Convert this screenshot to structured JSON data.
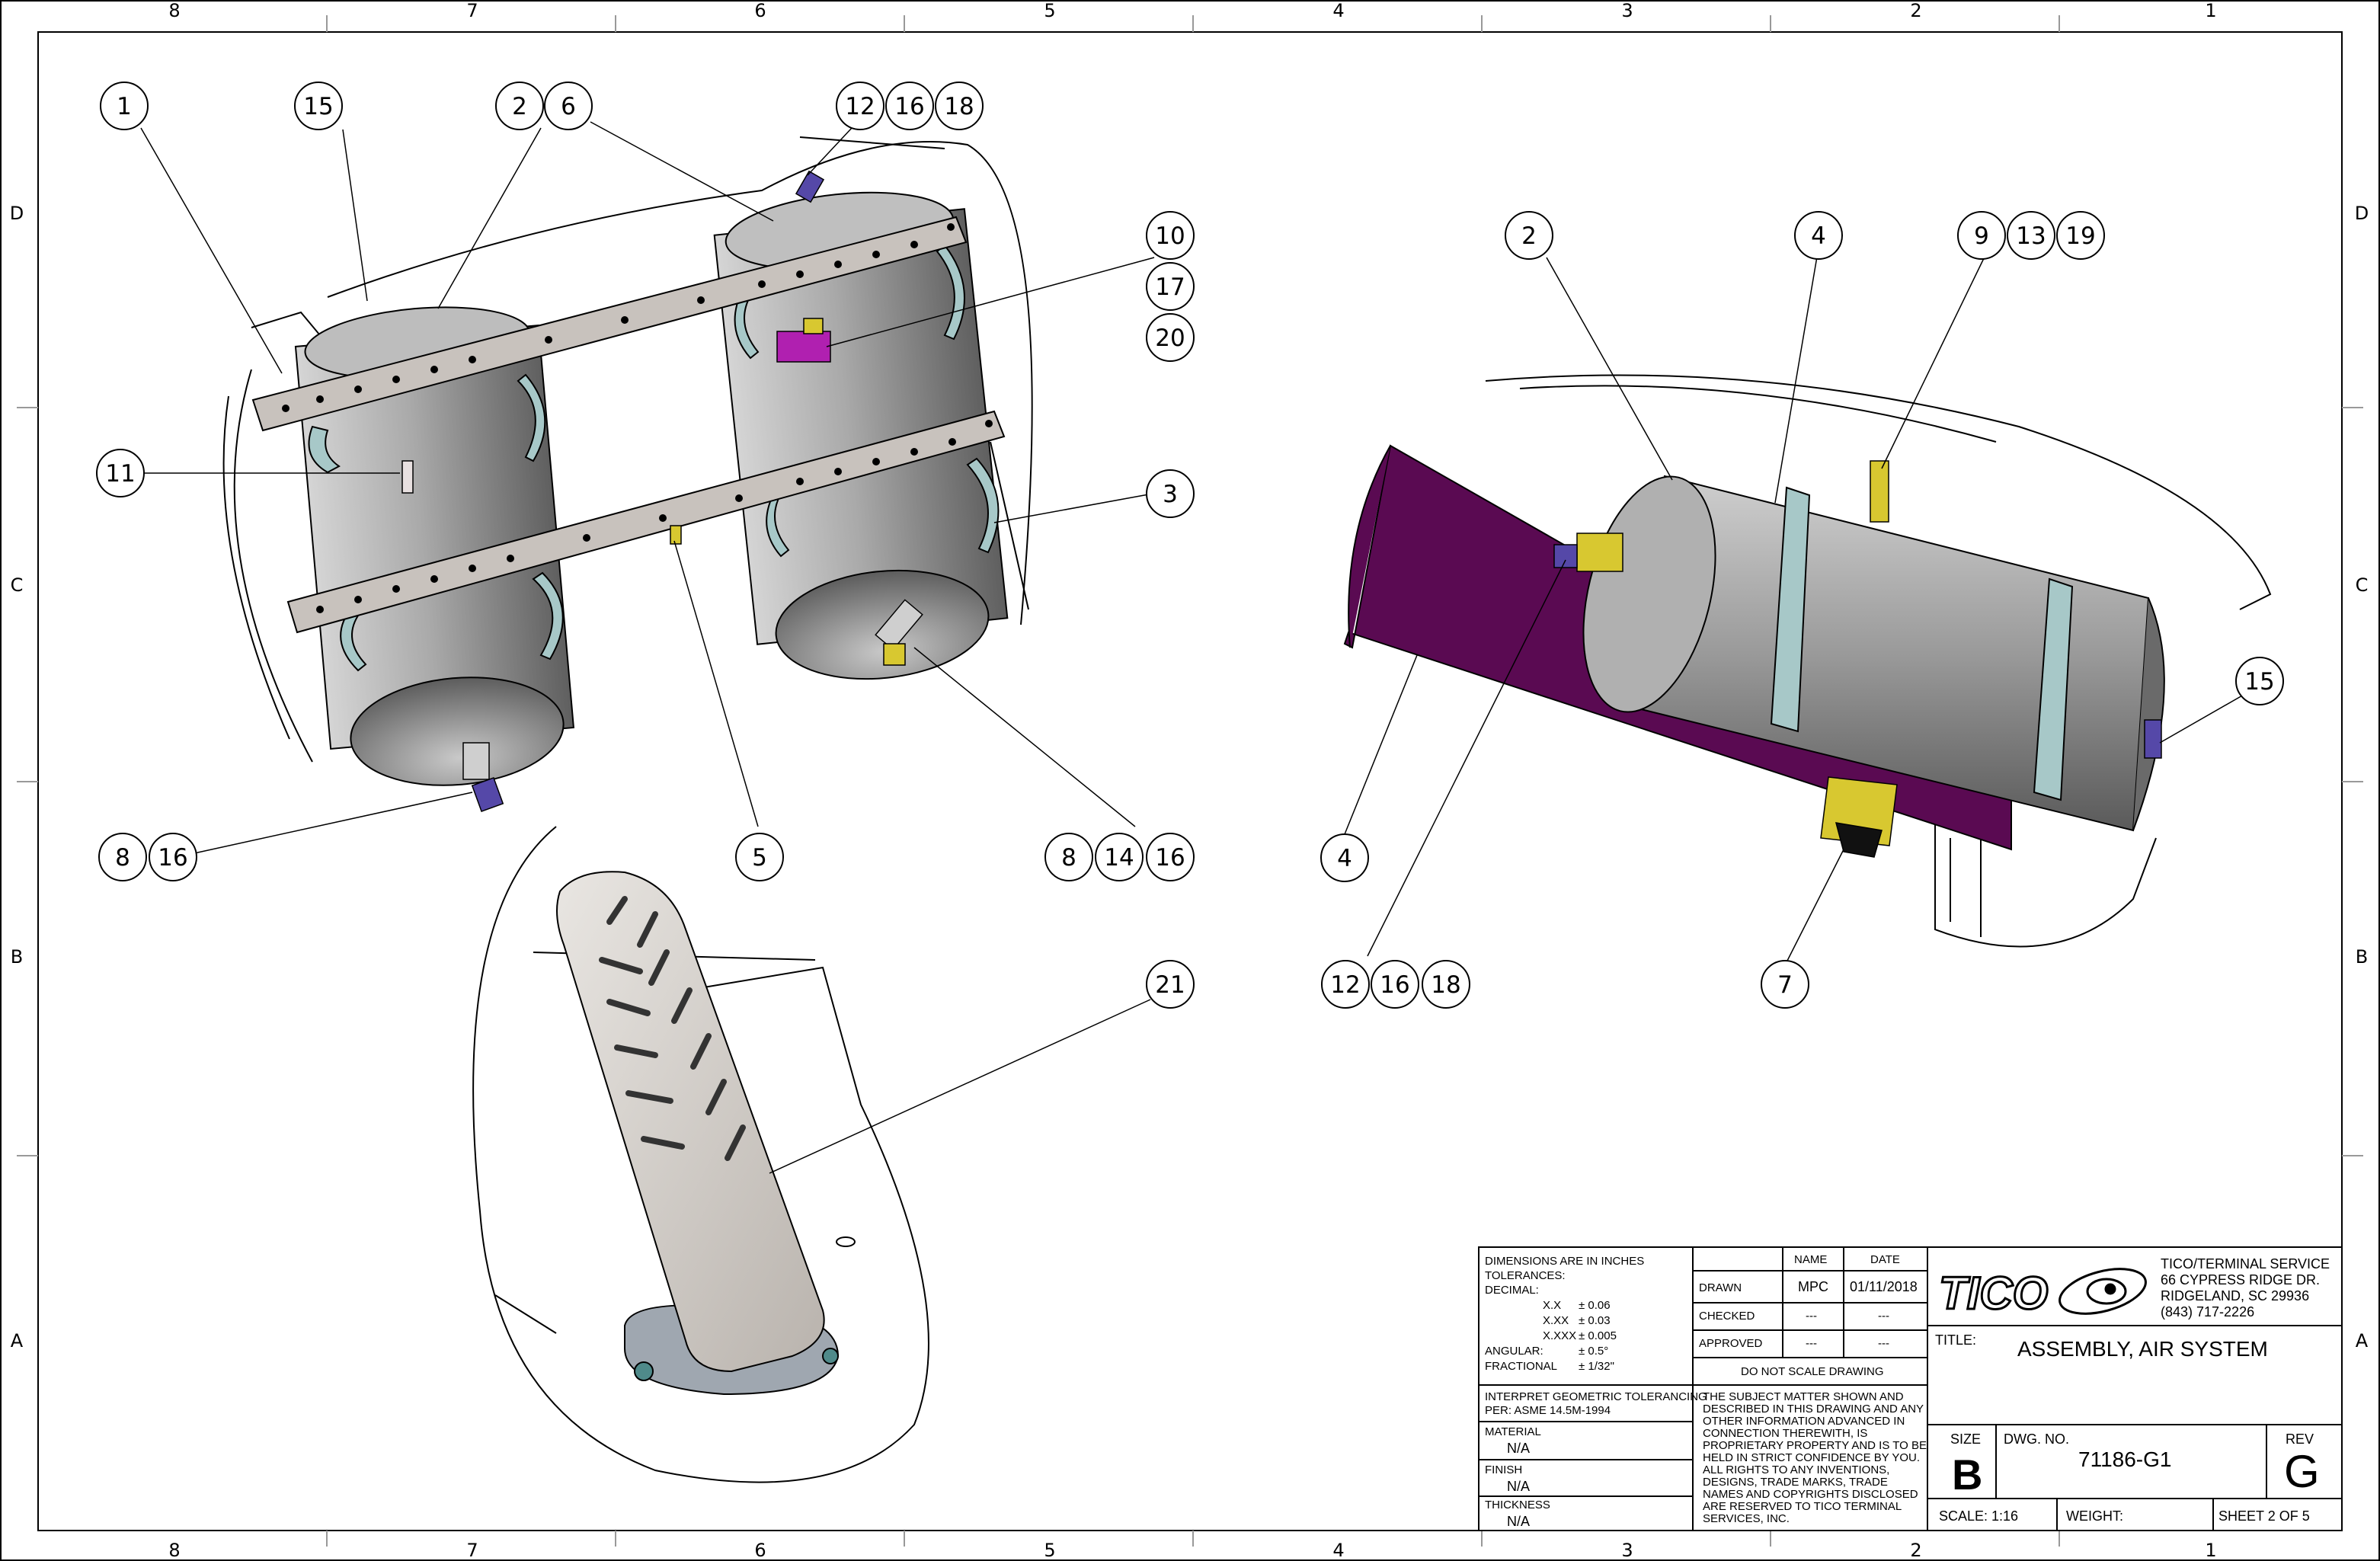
{
  "border": {
    "columns": [
      "8",
      "7",
      "6",
      "5",
      "4",
      "3",
      "2",
      "1"
    ],
    "rows": [
      "D",
      "C",
      "B",
      "A"
    ]
  },
  "balloons": [
    {
      "id": "b1",
      "label": "1"
    },
    {
      "id": "b15a",
      "label": "15"
    },
    {
      "id": "b2a",
      "label": "2"
    },
    {
      "id": "b6",
      "label": "6"
    },
    {
      "id": "b12a",
      "label": "12"
    },
    {
      "id": "b16a",
      "label": "16"
    },
    {
      "id": "b18a",
      "label": "18"
    },
    {
      "id": "b10",
      "label": "10"
    },
    {
      "id": "b17",
      "label": "17"
    },
    {
      "id": "b20",
      "label": "20"
    },
    {
      "id": "b11",
      "label": "11"
    },
    {
      "id": "b3",
      "label": "3"
    },
    {
      "id": "b8a",
      "label": "8"
    },
    {
      "id": "b16b",
      "label": "16"
    },
    {
      "id": "b5",
      "label": "5"
    },
    {
      "id": "b8b",
      "label": "8"
    },
    {
      "id": "b14",
      "label": "14"
    },
    {
      "id": "b16c",
      "label": "16"
    },
    {
      "id": "b21",
      "label": "21"
    },
    {
      "id": "b2b",
      "label": "2"
    },
    {
      "id": "b4a",
      "label": "4"
    },
    {
      "id": "b9",
      "label": "9"
    },
    {
      "id": "b13",
      "label": "13"
    },
    {
      "id": "b19",
      "label": "19"
    },
    {
      "id": "b15b",
      "label": "15"
    },
    {
      "id": "b4b",
      "label": "4"
    },
    {
      "id": "b7",
      "label": "7"
    },
    {
      "id": "b12b",
      "label": "12"
    },
    {
      "id": "b16d",
      "label": "16"
    },
    {
      "id": "b18b",
      "label": "18"
    }
  ],
  "title_block": {
    "dimensions_note": "DIMENSIONS ARE IN INCHES",
    "tolerances": "TOLERANCES:",
    "decimal": "DECIMAL:",
    "tol_x": "X.X",
    "tol_x_val": "± 0.06",
    "tol_xx": "X.XX",
    "tol_xx_val": "± 0.03",
    "tol_xxx": "X.XXX",
    "tol_xxx_val": "± 0.005",
    "angular": "ANGULAR:",
    "angular_val": "± 0.5°",
    "fractional": "FRACTIONAL",
    "fractional_val": "± 1/32\"",
    "interpret_1": "INTERPRET GEOMETRIC TOLERANCING",
    "interpret_2": "PER: ASME 14.5M-1994",
    "material_label": "MATERIAL",
    "material_val": "N/A",
    "finish_label": "FINISH",
    "finish_val": "N/A",
    "thickness_label": "THICKNESS",
    "thickness_val": "N/A",
    "col_name": "NAME",
    "col_date": "DATE",
    "drawn_label": "DRAWN",
    "drawn_name": "MPC",
    "drawn_date": "01/11/2018",
    "checked_label": "CHECKED",
    "checked_name": "---",
    "checked_date": "---",
    "approved_label": "APPROVED",
    "approved_name": "---",
    "approved_date": "---",
    "do_not_scale": "DO NOT SCALE DRAWING",
    "confidential": [
      "THE SUBJECT MATTER SHOWN AND",
      "DESCRIBED IN THIS DRAWING AND ANY",
      "OTHER INFORMATION ADVANCED IN",
      "CONNECTION THEREWITH, IS",
      "PROPRIETARY PROPERTY AND IS TO BE",
      "HELD IN STRICT CONFIDENCE BY YOU.",
      "ALL RIGHTS TO ANY INVENTIONS,",
      "DESIGNS, TRADE MARKS, TRADE",
      "NAMES AND COPYRIGHTS DISCLOSED",
      "ARE RESERVED TO TICO TERMINAL",
      "SERVICES, INC."
    ],
    "logo": "TICO",
    "company_1": "TICO/TERMINAL SERVICE",
    "company_2": "66 CYPRESS RIDGE DR.",
    "company_3": "RIDGELAND, SC 29936",
    "company_4": "(843) 717-2226",
    "title_label": "TITLE:",
    "title_val": "ASSEMBLY, AIR SYSTEM",
    "size_label": "SIZE",
    "size_val": "B",
    "dwg_label": "DWG.  NO.",
    "dwg_val": "71186-G1",
    "rev_label": "REV",
    "rev_val": "G",
    "scale": "SCALE: 1:16",
    "weight": "WEIGHT:",
    "sheet": "SHEET 2 OF 5"
  },
  "colors": {
    "tank": "#a9a9a9",
    "bracket": "#c8c2bd",
    "strap": "#a7c8c8",
    "plate": "#5a0a52",
    "fitting_purple": "#b020b0",
    "fitting_yellow": "#d8c830",
    "pedal": "#d9d4cf"
  }
}
